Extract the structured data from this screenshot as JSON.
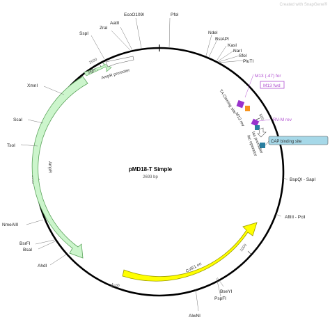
{
  "watermark": "Created with SnapGene®",
  "plasmid": {
    "name": "pMD18-T Simple",
    "length_label": "2693 bp"
  },
  "ticks": [
    "500",
    "1000",
    "1500",
    "2000",
    "2500"
  ],
  "sites": [
    "EcoO109I",
    "PfoI",
    "AatII",
    "ZraI",
    "SspI",
    "NdeI",
    "BstAPI",
    "KasI",
    "NarI",
    "SfoI",
    "PluTI",
    "XmnI",
    "ScaI",
    "TsoI",
    "NmeAIII",
    "BsrFI",
    "BsaI",
    "AhdI",
    "BspQI - SapI",
    "AflIII - PciI",
    "BseYI",
    "PspFI",
    "AlwNI"
  ],
  "features": [
    "AmpR",
    "AmpR promoter",
    "sign...",
    "ColE1 ori",
    "TA Cloning site",
    "M13 rev",
    "lac promoter",
    "lac operator"
  ],
  "primers": [
    "M13 (-47) for",
    "M13 fwd",
    "RV-M rev"
  ],
  "boxed": [
    "CAP binding site"
  ],
  "colors": {
    "backbone": "#000000",
    "ampr": "#ccf5cc",
    "ori": "#ffff00",
    "primer": "#9933cc",
    "orange": "#f7941d",
    "teal": "#2a7fa0",
    "cap_box": "#a6d8e8"
  }
}
